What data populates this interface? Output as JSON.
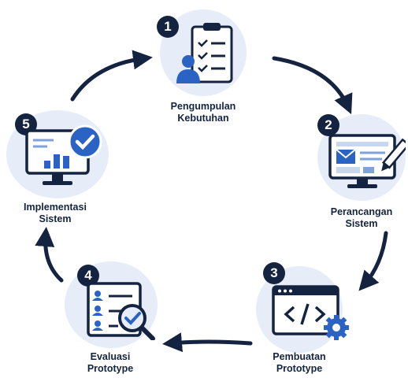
{
  "colors": {
    "navy": "#14233f",
    "accent": "#2a63c4",
    "circle": "#e6edf8"
  },
  "steps": [
    {
      "number": "1",
      "line1": "Pengumpulan",
      "line2": "Kebutuhan",
      "icon": "clipboard-user-icon"
    },
    {
      "number": "2",
      "line1": "Perancangan",
      "line2": "Sistem",
      "icon": "monitor-pencil-icon"
    },
    {
      "number": "3",
      "line1": "Pembuatan",
      "line2": "Prototype",
      "icon": "code-window-gear-icon"
    },
    {
      "number": "4",
      "line1": "Evaluasi",
      "line2": "Prototype",
      "icon": "checklist-magnifier-icon"
    },
    {
      "number": "5",
      "line1": "Implementasi",
      "line2": "Sistem",
      "icon": "monitor-chart-check-icon"
    }
  ]
}
